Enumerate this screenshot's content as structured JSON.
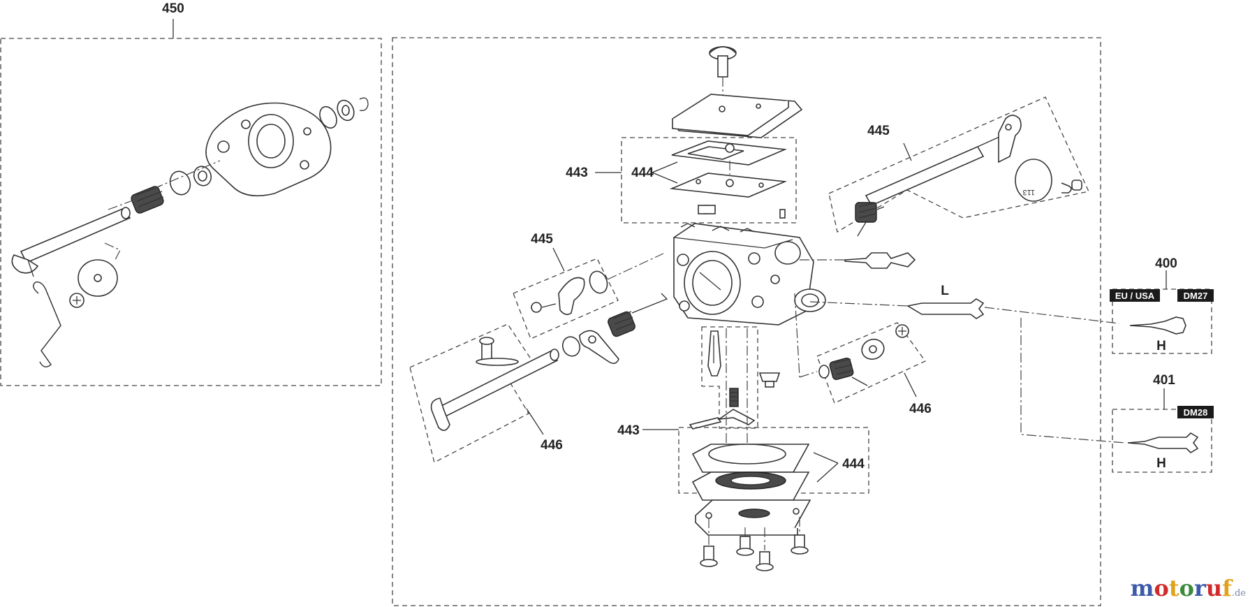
{
  "callouts": {
    "c450": "450",
    "c445_top": "445",
    "c445_left": "445",
    "c443_top": "443",
    "c444_top": "444",
    "c443_bottom": "443",
    "c444_bottom": "444",
    "c446_left": "446",
    "c446_right": "446",
    "c400": "400",
    "c401": "401",
    "lbl_L": "L",
    "lbl_H1": "H",
    "lbl_H2": "H"
  },
  "tags": {
    "eu_usa": "EU / USA",
    "dm27": "DM27",
    "dm28": "DM28"
  },
  "plate_text": "113",
  "watermark": {
    "text": "motoruf",
    "suffix": ".de",
    "colors": [
      "#3b5ba8",
      "#d22a2a",
      "#e0a21a",
      "#3b8a3b"
    ]
  },
  "colors": {
    "line": "#333333",
    "tag_bg": "#1a1a1a"
  }
}
